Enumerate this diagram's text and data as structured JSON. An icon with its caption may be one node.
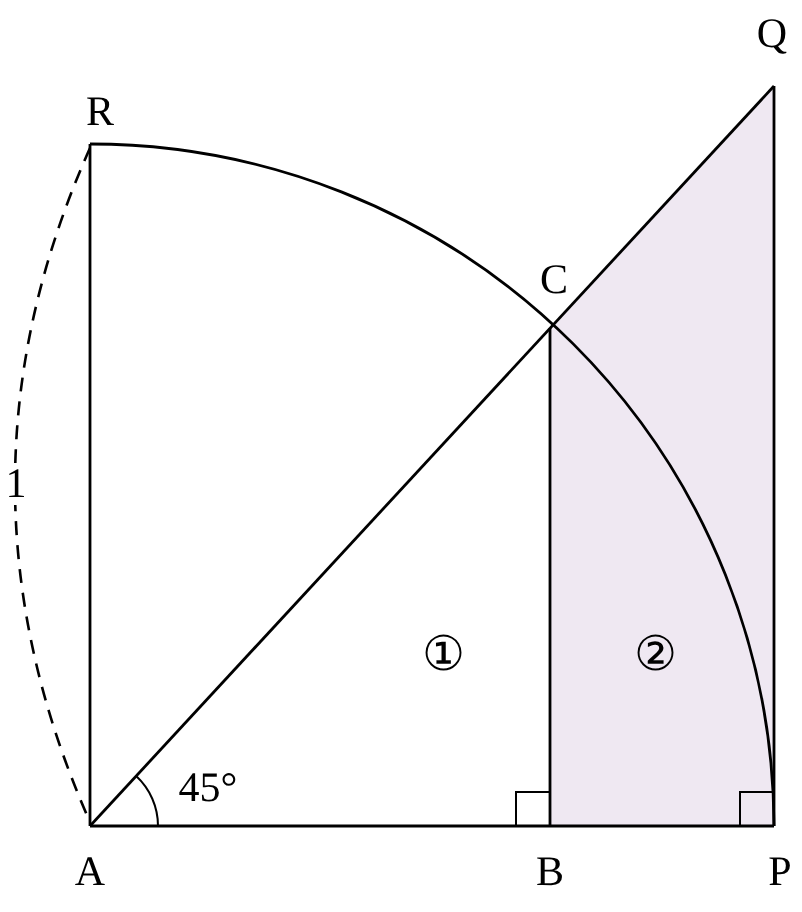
{
  "diagram": {
    "labels": [
      "R",
      "Q",
      "C",
      "1",
      "①",
      "②",
      "45°",
      "A",
      "B",
      "P"
    ]
  }
}
